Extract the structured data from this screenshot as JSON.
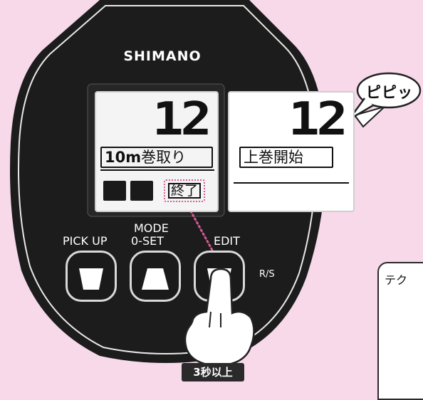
{
  "brand": "SHIMANO",
  "lcd_main": {
    "counter": "12",
    "mode_label_prefix": "10m",
    "mode_label_suffix": "巻取り",
    "end_label": "終了"
  },
  "lcd_zoom": {
    "counter": "12",
    "mode_label": "上巻開始"
  },
  "buttons": {
    "pickup": "PICK UP",
    "mode_line1": "MODE",
    "mode_line2": "0-SET",
    "edit": "EDIT",
    "rs": "R/S"
  },
  "bubble": "ピピッ",
  "hold_instruction": "3秒以上",
  "inset_label": "テク",
  "colors": {
    "background": "#f7d9ea",
    "device": "#1a1a1a",
    "highlight_dotted": "#d65a96"
  }
}
